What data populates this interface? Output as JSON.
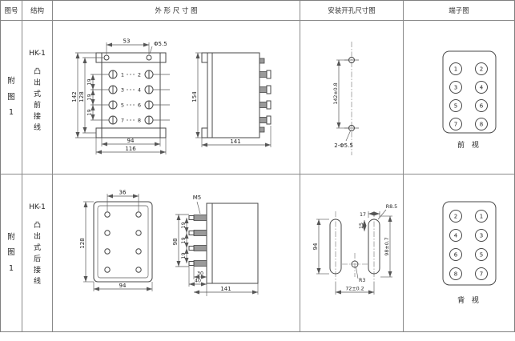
{
  "header": {
    "fig_no": "图号",
    "structure": "结构",
    "outline": "外 形 尺 寸 图",
    "mounting": "安装开孔尺寸图",
    "terminal": "端子图"
  },
  "row1": {
    "fig_label": "附图1",
    "model": "HK-1",
    "mount_type": "凸出式前接线",
    "outline": {
      "d53": "53",
      "dphi": "Φ5.5",
      "d142": "142",
      "d128": "128",
      "d19": "19",
      "d94": "94",
      "d116": "116",
      "d154": "154",
      "d141": "141",
      "terminals": [
        "1",
        "2",
        "3",
        "4",
        "5",
        "6",
        "7",
        "8"
      ]
    },
    "mount": {
      "dv": "142±0.8",
      "dholes": "2-Φ5.5"
    },
    "tview": {
      "left": [
        "1",
        "3",
        "5",
        "7"
      ],
      "right": [
        "2",
        "4",
        "6",
        "8"
      ],
      "caption": "前 视"
    }
  },
  "row2": {
    "fig_label": "附图1",
    "model": "HK-1",
    "mount_type": "凸出式后接线",
    "outline": {
      "d36": "36",
      "d128": "128",
      "d94": "94",
      "dm5": "M5",
      "d98": "98",
      "d19": "19",
      "d30": "30",
      "d40": "40",
      "d141": "141"
    },
    "mount": {
      "d17": "17",
      "d15": "15",
      "dr85": "R8.5",
      "d94": "94",
      "dv": "98±0.7",
      "dr3": "R3",
      "d72": "72±0.2"
    },
    "tview": {
      "left": [
        "2",
        "4",
        "6",
        "8"
      ],
      "right": [
        "1",
        "3",
        "5",
        "7"
      ],
      "caption": "背 视"
    }
  }
}
